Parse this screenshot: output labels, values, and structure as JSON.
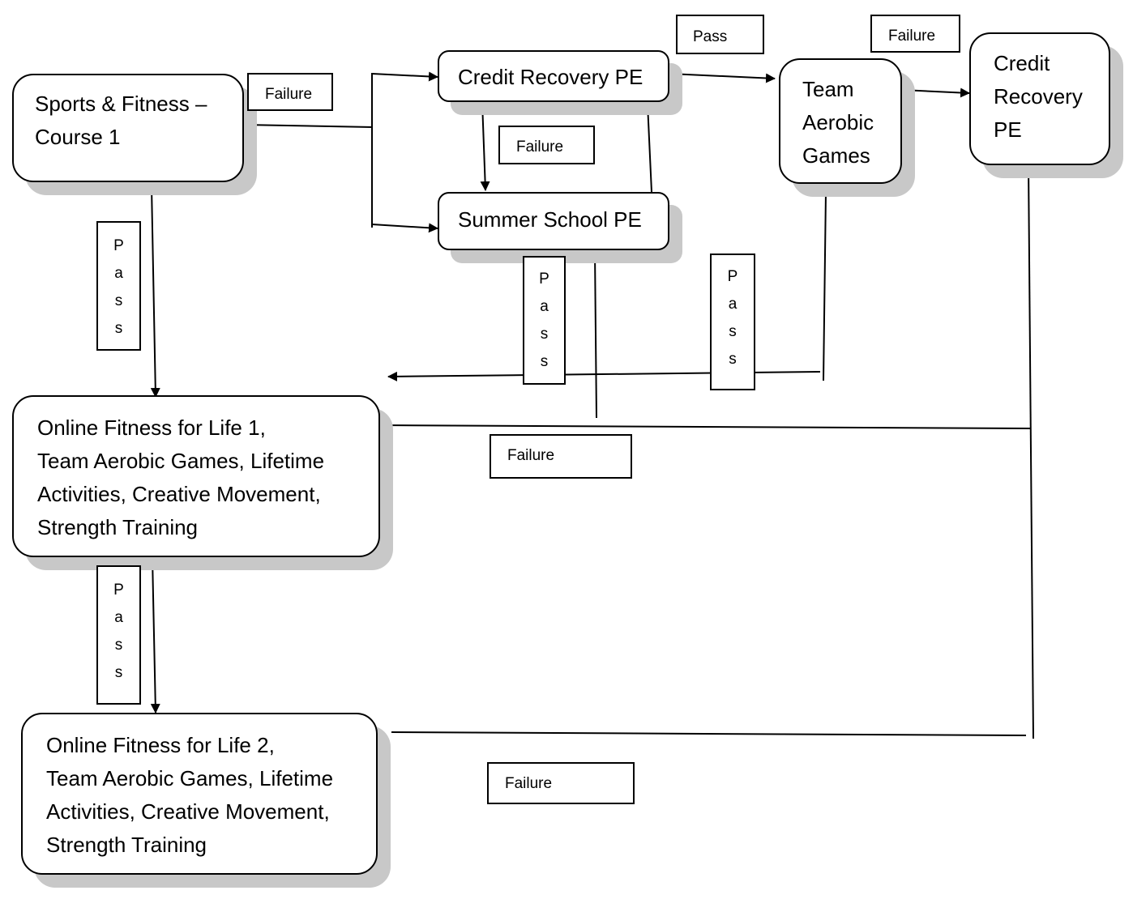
{
  "nodes": {
    "sports_fitness": "Sports & Fitness –\nCourse 1",
    "credit_recovery_mid": "Credit Recovery PE",
    "summer_school": "Summer School PE",
    "team_aerobic": "Team\nAerobic\nGames",
    "credit_recovery_right": "Credit\nRecovery\nPE",
    "online_fitness_1": "Online Fitness for Life 1,\nTeam Aerobic Games, Lifetime\nActivities, Creative Movement,\nStrength Training",
    "online_fitness_2": "Online Fitness for Life 2,\nTeam Aerobic  Games, Lifetime\nActivities, Creative Movement,\nStrength Training"
  },
  "labels": {
    "failure_sports": "Failure",
    "failure_credit_mid": "Failure",
    "pass_credit_mid": "Pass",
    "failure_team": "Failure",
    "pass_sports_vertical": "P\na\ns\ns",
    "pass_summer_vertical": "P\na\ns\ns",
    "pass_team_vertical": "P\na\ns\ns",
    "failure_online1": "Failure",
    "pass_online1_vertical": "P\na\ns\ns",
    "failure_online2": "Failure"
  }
}
